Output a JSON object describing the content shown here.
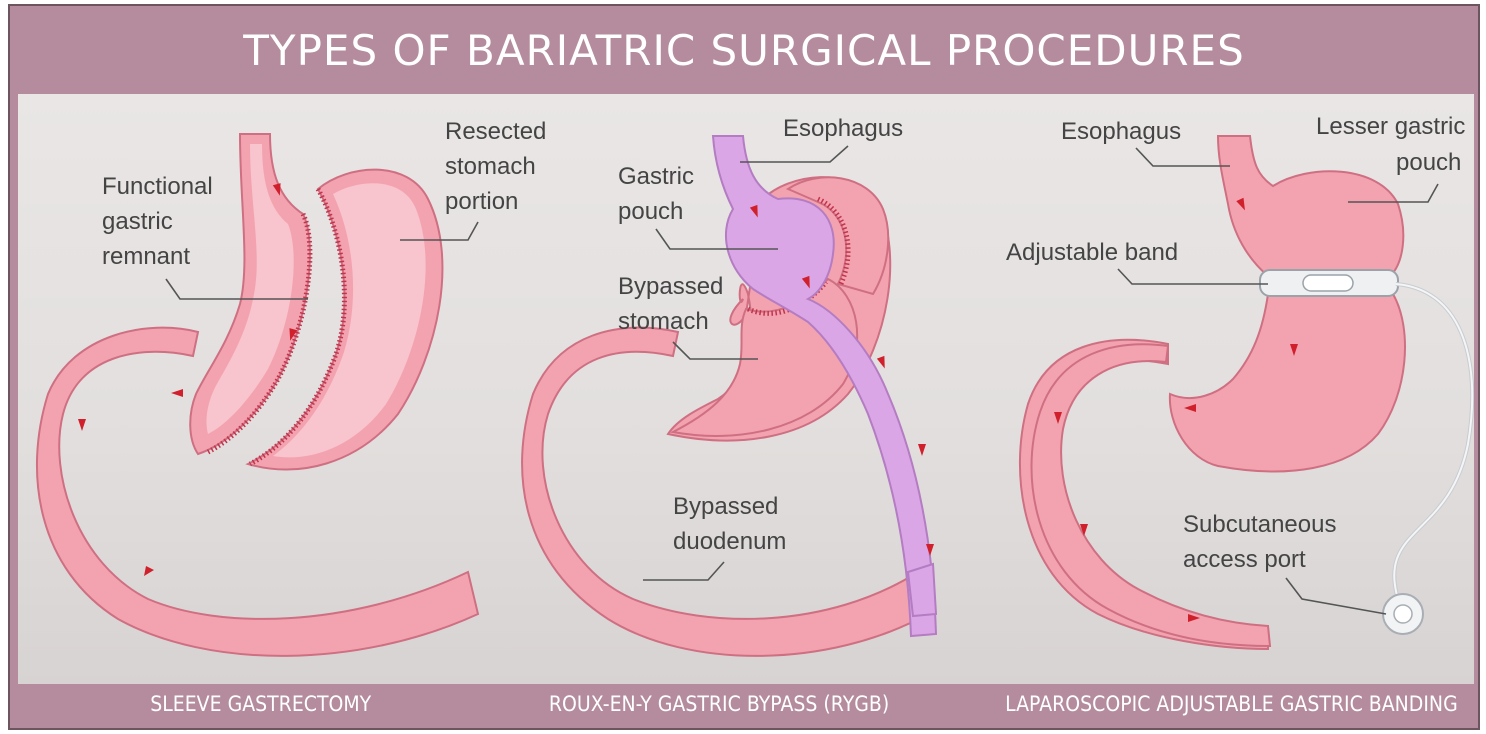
{
  "title": "TYPES OF BARIATRIC SURGICAL PROCEDURES",
  "panels": [
    {
      "procedure": "SLEEVE GASTRECTOMY",
      "labels": {
        "functional_1": "Functional",
        "functional_2": "gastric",
        "functional_3": "remnant",
        "resected_1": "Resected",
        "resected_2": "stomach",
        "resected_3": "portion"
      }
    },
    {
      "procedure": "ROUX-EN-Y GASTRIC BYPASS (RYGB)",
      "labels": {
        "esophagus": "Esophagus",
        "pouch_1": "Gastric",
        "pouch_2": "pouch",
        "bypassed_stomach_1": "Bypassed",
        "bypassed_stomach_2": "stomach",
        "bypassed_duodenum_1": "Bypassed",
        "bypassed_duodenum_2": "duodenum"
      }
    },
    {
      "procedure": "LAPAROSCOPIC ADJUSTABLE GASTRIC BANDING",
      "labels": {
        "esophagus": "Esophagus",
        "lesser_pouch_1": "Lesser gastric",
        "lesser_pouch_2": "pouch",
        "band": "Adjustable  band",
        "port_1": "Subcutaneous",
        "port_2": "access port"
      }
    }
  ],
  "colors": {
    "frame": "#b48c9d",
    "stomach": "#f3a3b0",
    "bypass_limb": "#dba6e6",
    "arrow": "#d0202c"
  }
}
